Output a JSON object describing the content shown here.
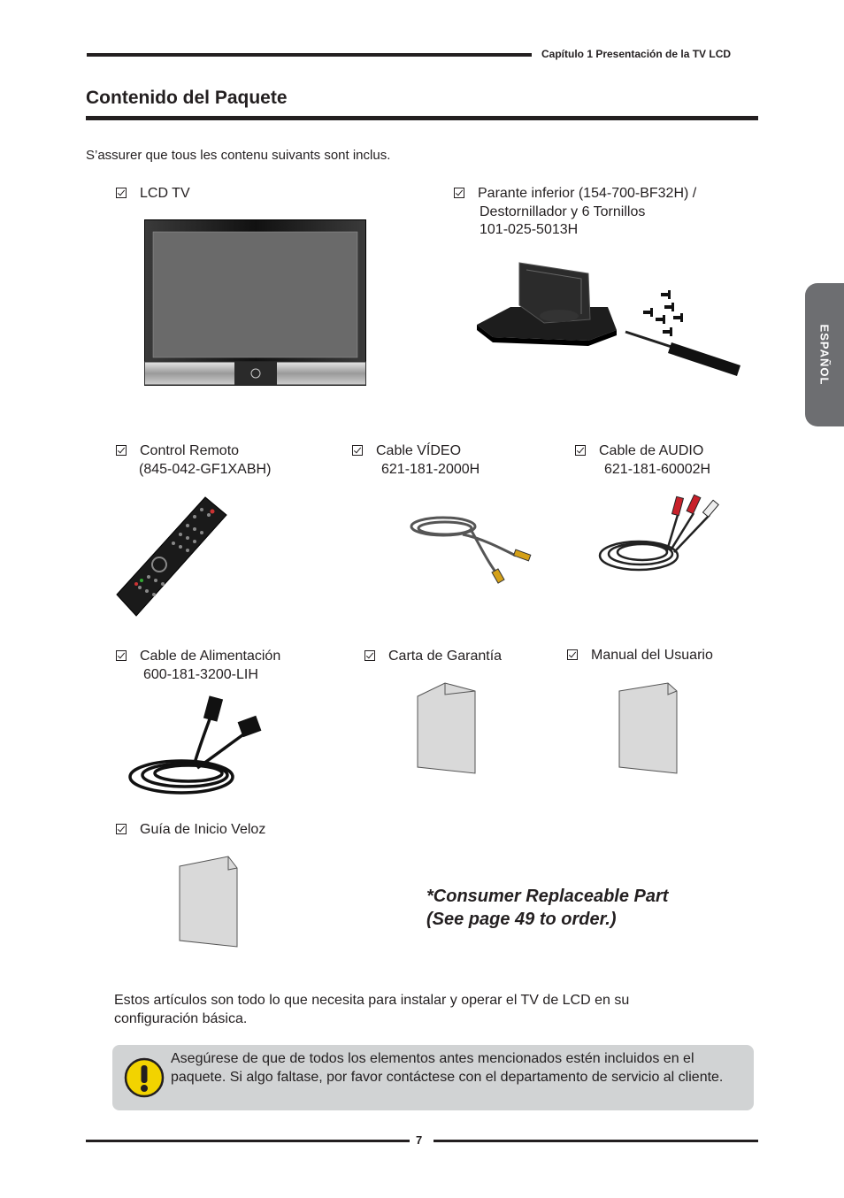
{
  "header": {
    "chapter": "Capítulo 1 Presentación de la TV LCD"
  },
  "section": {
    "title": "Contenido del Paquete",
    "intro": "S’assurer que tous les contenu suivants sont inclus."
  },
  "side_tab": {
    "label": "ESPAÑOL"
  },
  "items": {
    "lcd_tv": {
      "line1": "LCD TV"
    },
    "stand": {
      "line1": "Parante inferior (154-700-BF32H) /",
      "line2": "Destornillador y 6 Tornillos",
      "line3": "101-025-5013H"
    },
    "remote": {
      "line1": "Control Remoto",
      "line2": "(845-042-GF1XABH)"
    },
    "video_cable": {
      "line1": "Cable VÍDEO",
      "line2": "621-181-2000H"
    },
    "audio_cable": {
      "line1": "Cable de AUDIO",
      "line2": "621-181-60002H"
    },
    "power_cable": {
      "line1": "Cable de Alimentación",
      "line2": "600-181-3200-LIH"
    },
    "warranty": {
      "line1": "Carta de Garantía"
    },
    "manual": {
      "line1": "Manual del Usuario"
    },
    "quick_guide": {
      "line1": "Guía de Inicio Veloz"
    }
  },
  "notice": {
    "line1": "*Consumer Replaceable Part",
    "line2": "(See page 49 to order.)"
  },
  "closing_paragraph": "Estos artículos son todo lo que necesita para instalar y operar el TV de LCD en su configuración básica.",
  "warning": {
    "text": "Asegúrese de que de todos los elementos antes mencionados estén incluidos en el paquete. Si algo faltase, por favor contáctese con el departamento de servicio al cliente."
  },
  "footer": {
    "page_number": "7"
  }
}
